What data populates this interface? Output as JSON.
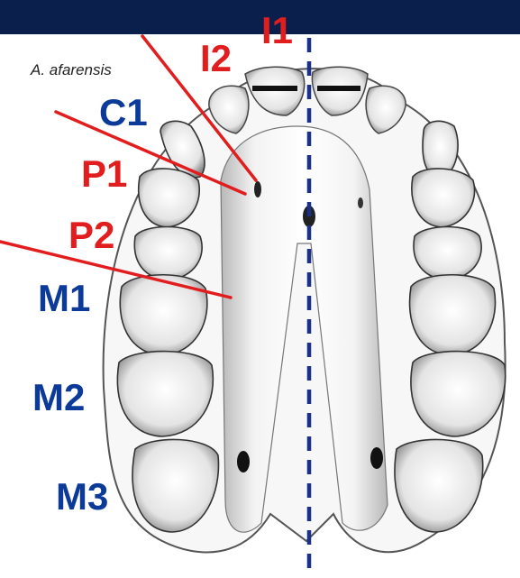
{
  "species_label": "A. afarensis",
  "colors": {
    "header_bar": "#0b1f4d",
    "anterior_teeth_labels": "#e11d1d",
    "posterior_teeth_labels": "#0b3a99",
    "midline": "#1c2f8a",
    "pointer_lines": "#e11d1d"
  },
  "tooth_labels": {
    "i1": "I1",
    "i2": "I2",
    "c1": "C1",
    "p1": "P1",
    "p2": "P2",
    "m1": "M1",
    "m2": "M2",
    "m3": "M3"
  }
}
